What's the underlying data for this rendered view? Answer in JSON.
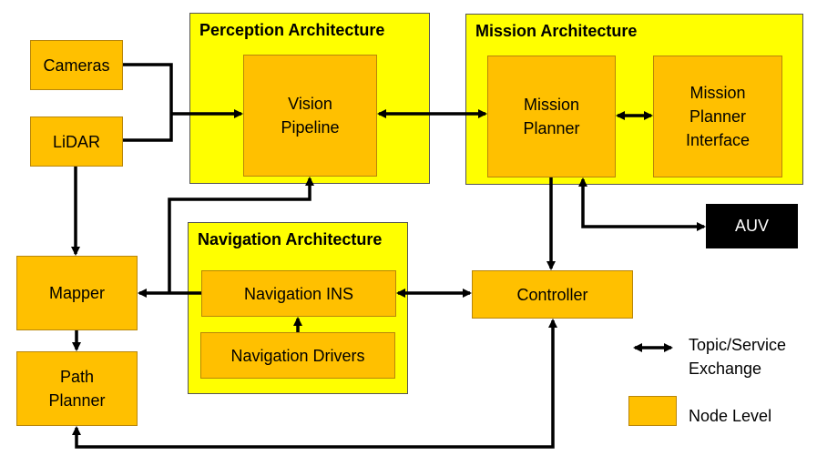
{
  "groups": {
    "perception": "Perception Architecture",
    "mission": "Mission Architecture",
    "navigation": "Navigation Architecture"
  },
  "nodes": {
    "cameras": "Cameras",
    "lidar": "LiDAR",
    "vision_pipeline": "Vision\nPipeline",
    "mission_planner": "Mission\nPlanner",
    "mission_planner_interface": "Mission\nPlanner\nInterface",
    "mapper": "Mapper",
    "path_planner": "Path\nPlanner",
    "navigation_ins": "Navigation INS",
    "navigation_drivers": "Navigation Drivers",
    "controller": "Controller",
    "auv": "AUV"
  },
  "legend": {
    "exchange": "Topic/Service\nExchange",
    "node_level": "Node Level"
  },
  "colors": {
    "group_fill": "#ffff00",
    "node_fill": "#ffc000",
    "auv_fill": "#000000",
    "arrow": "#000000"
  }
}
